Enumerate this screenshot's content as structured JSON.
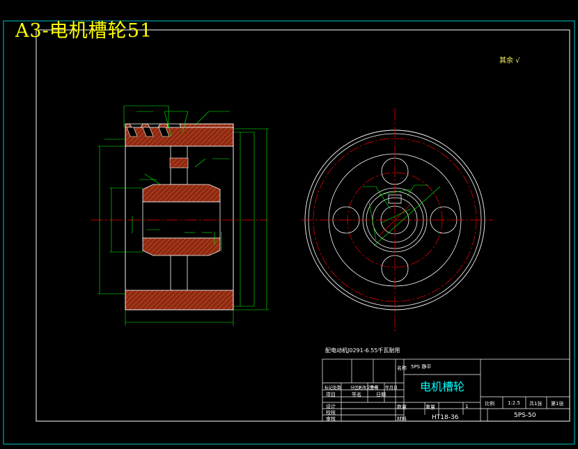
{
  "header": {
    "title": "A3-电机槽轮51"
  },
  "notes": {
    "surface_rest": "其余 √",
    "motor_note": "配电动机J0291-6.55千瓦耐用"
  },
  "title_block": {
    "drawing_title": "电机槽轮",
    "spec": "5PS 静平",
    "material": "HT18-36",
    "drawing_no": "5PS-50",
    "scale_label": "比例",
    "scale_value": "1:2.5",
    "sheet_total": "共1张",
    "sheet_index": "第1张",
    "qty_label": "数量",
    "qty_value": "1",
    "weight_label": "重量",
    "material_label": "材料",
    "name_label": "名称",
    "rows": [
      "设计",
      "校核",
      "审核"
    ],
    "sign_labels": [
      "标记",
      "处数",
      "分区",
      "更改文件号",
      "签名",
      "年月日"
    ],
    "item_labels": [
      "项目",
      "签名",
      "日期"
    ]
  },
  "colors": {
    "frame": "#00c8c8",
    "dim": "#00ff00",
    "center": "#ff0000",
    "hatch": "#b23a1a",
    "title": "#ffff00"
  }
}
